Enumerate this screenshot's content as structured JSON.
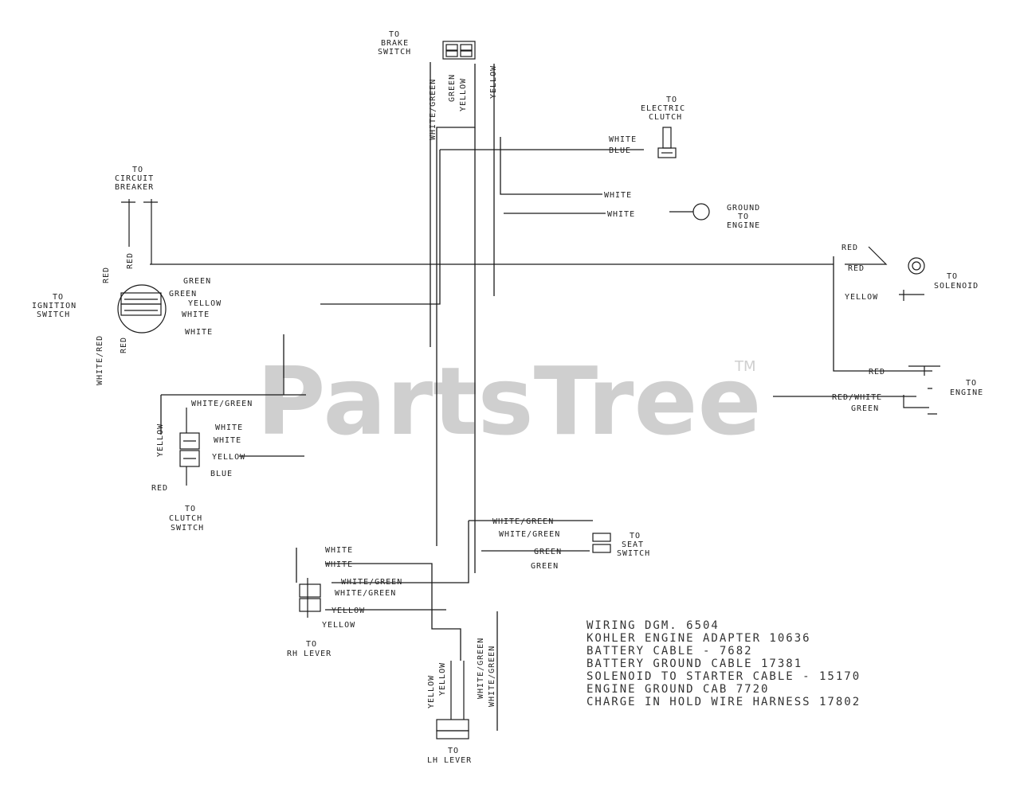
{
  "watermark": {
    "brand": "PartsTree",
    "tm": "TM"
  },
  "connectors": {
    "brake": [
      "TO",
      "BRAKE",
      "SWITCH"
    ],
    "electric_clutch": [
      "TO",
      "ELECTRIC",
      "CLUTCH"
    ],
    "circuit_breaker": [
      "TO",
      "CIRCUIT",
      "BREAKER"
    ],
    "ignition": [
      "TO",
      "IGNITION",
      "SWITCH"
    ],
    "ground": [
      "GROUND",
      "TO",
      "ENGINE"
    ],
    "solenoid": [
      "TO",
      "SOLENOID"
    ],
    "engine": [
      "TO",
      "ENGINE"
    ],
    "clutch": [
      "TO",
      "CLUTCH",
      "SWITCH"
    ],
    "seat": [
      "TO",
      "SEAT",
      "SWITCH"
    ],
    "rh_lever": [
      "TO",
      "RH LEVER"
    ],
    "lh_lever": [
      "TO",
      "LH LEVER"
    ]
  },
  "wires": {
    "white_green": "WHITE/GREEN",
    "green_yellow": "GREEN YELLOW",
    "yellow": "YELLOW",
    "white": "WHITE",
    "blue": "BLUE",
    "red": "RED",
    "green": "GREEN",
    "red_white": "RED/WHITE",
    "white_red": "WHITE/RED",
    "white_green_lower": "WHITE/GREEN"
  },
  "legend": [
    "WIRING DGM. 6504",
    "KOHLER ENGINE ADAPTER 10636",
    "BATTERY CABLE - 7682",
    "BATTERY GROUND CABLE 17381",
    "SOLENOID TO STARTER CABLE - 15170",
    "ENGINE GROUND CAB 7720",
    "CHARGE IN HOLD WIRE HARNESS 17802"
  ]
}
